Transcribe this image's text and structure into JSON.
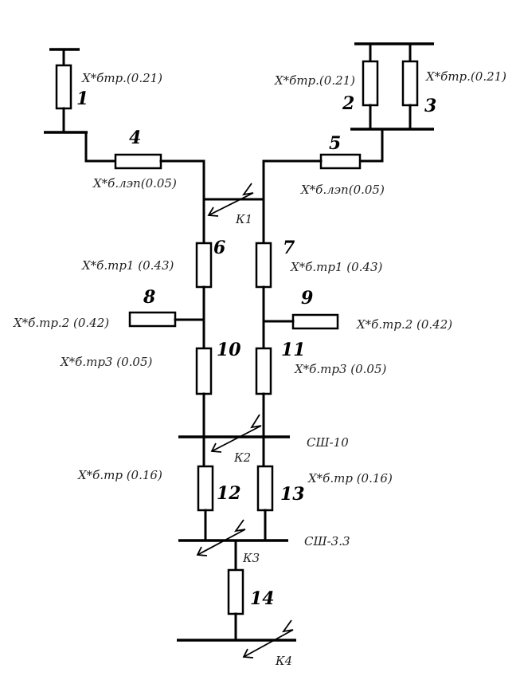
{
  "elements": {
    "e1": {
      "num": "1",
      "label": "X*бтр.(0.21)"
    },
    "e2": {
      "num": "2",
      "label": "X*бтр.(0.21)"
    },
    "e3": {
      "num": "3",
      "label": "X*бтр.(0.21)"
    },
    "e4": {
      "num": "4",
      "label": "X*б.лэп(0.05)"
    },
    "e5": {
      "num": "5",
      "label": "X*б.лэп(0.05)"
    },
    "e6": {
      "num": "6",
      "label": "X*б.тр1 (0.43)"
    },
    "e7": {
      "num": "7",
      "label": "X*б.тр1 (0.43)"
    },
    "e8": {
      "num": "8",
      "label": "X*б.тр.2 (0.42)"
    },
    "e9": {
      "num": "9",
      "label": "X*б.тр.2 (0.42)"
    },
    "e10": {
      "num": "10",
      "label": "X*б.тр3 (0.05)"
    },
    "e11": {
      "num": "11",
      "label": "X*б.тр3 (0.05)"
    },
    "e12": {
      "num": "12",
      "label": "X*б.тр (0.16)"
    },
    "e13": {
      "num": "13",
      "label": "X*б.тр (0.16)"
    },
    "e14": {
      "num": "14"
    }
  },
  "faults": {
    "k1": "К1",
    "k2": "К2",
    "k3": "К3",
    "k4": "К4"
  },
  "buses": {
    "sh10": "СШ-10",
    "sh33": "СШ-3.3"
  }
}
